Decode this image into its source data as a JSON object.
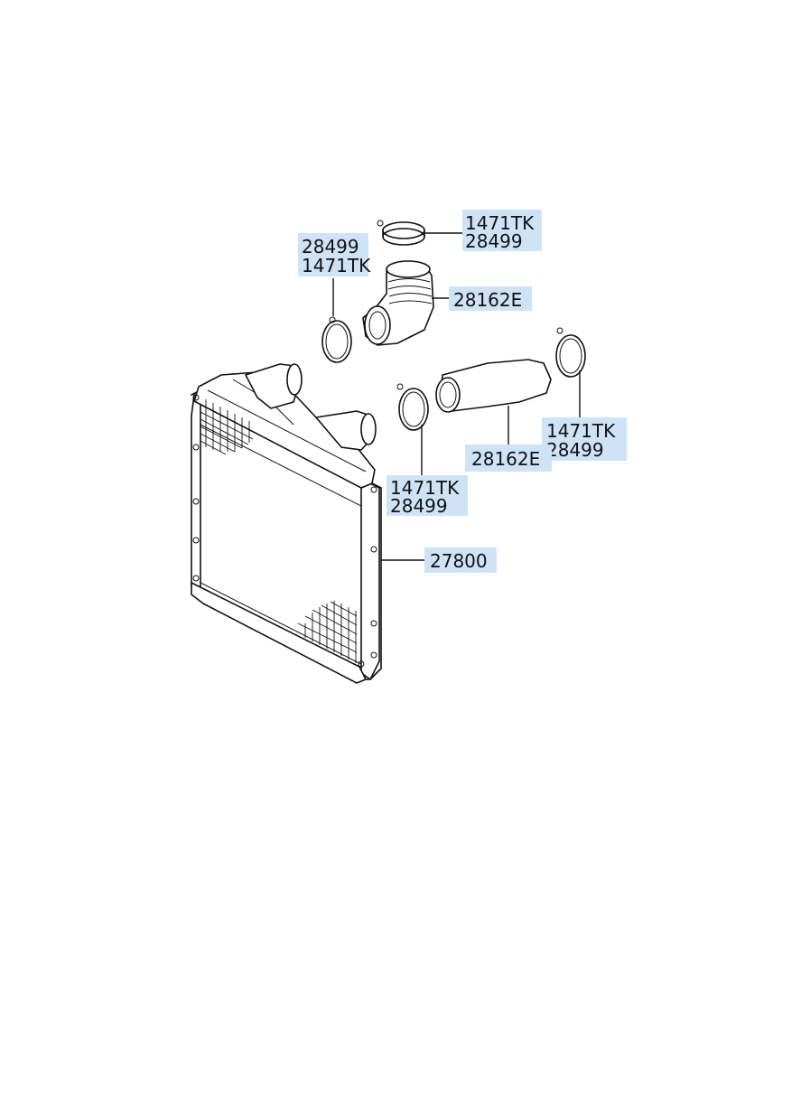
{
  "callouts": [
    {
      "id": "c1",
      "lines": [
        "1471TK",
        "28499"
      ]
    },
    {
      "id": "c2",
      "lines": [
        "28499",
        "1471TK"
      ]
    },
    {
      "id": "c3",
      "lines": [
        "28162E"
      ]
    },
    {
      "id": "c4",
      "lines": [
        "1471TK",
        "28499"
      ]
    },
    {
      "id": "c5",
      "lines": [
        "28162E"
      ]
    },
    {
      "id": "c6",
      "lines": [
        "1471TK",
        "28499"
      ]
    },
    {
      "id": "c7",
      "lines": [
        "27800"
      ]
    }
  ],
  "colors": {
    "label_highlight": "#cfe3f6",
    "line": "#111111",
    "background": "#ffffff"
  },
  "parts": [
    {
      "name": "intercooler",
      "callout": "c7"
    },
    {
      "name": "upper-intake-hose",
      "callout": "c3"
    },
    {
      "name": "lower-intake-hose",
      "callout": "c5"
    },
    {
      "name": "top-hose-clamp",
      "callout": "c1"
    },
    {
      "name": "left-hose-clamp",
      "callout": "c2"
    },
    {
      "name": "center-hose-clamp",
      "callout": "c6"
    },
    {
      "name": "right-hose-clamp",
      "callout": "c4"
    }
  ]
}
